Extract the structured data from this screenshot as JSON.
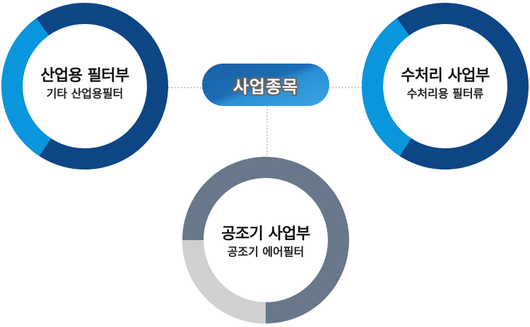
{
  "center": {
    "label": "사업종목"
  },
  "divisions": [
    {
      "title": "산업용 필터부",
      "subtitle": "기타 산업용필터",
      "accent_fraction": 0.31,
      "main_color": "#0d4585",
      "accent_color": "#0a96dc"
    },
    {
      "title": "수처리 사업부",
      "subtitle": "수처리용 필터류",
      "accent_fraction": 0.31,
      "main_color": "#0d4585",
      "accent_color": "#0a96dc"
    },
    {
      "title": "공조기 사업부",
      "subtitle": "공조기 에어필터",
      "accent_fraction": 0.25,
      "main_color": "#68788a",
      "accent_color": "#d0d0d0"
    }
  ]
}
